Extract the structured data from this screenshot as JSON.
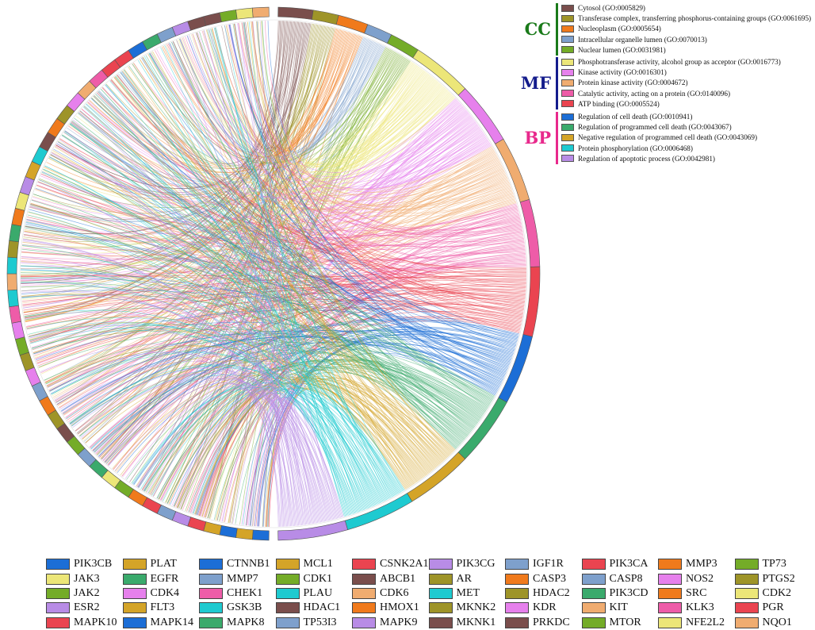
{
  "colors": {
    "cytosol": "#7a4e4c",
    "transferase": "#9e9428",
    "nucleoplasm": "#f07a1c",
    "organelle_lumen": "#7ea0cc",
    "nuclear_lumen": "#74ac28",
    "phosphotransferase": "#ece678",
    "kinase": "#e680ec",
    "protein_kinase": "#f0ac70",
    "catalytic": "#ee5ca8",
    "atp_binding": "#ea4450",
    "cell_death": "#1c6ed6",
    "prog_cell_death": "#3aaa6c",
    "neg_reg": "#d4a428",
    "phosphorylation": "#1ecad0",
    "apoptotic": "#b88ce6",
    "group_cc": "#1a7a1a",
    "group_mf": "#141c8c",
    "group_bp": "#e8298c"
  },
  "go_legend": [
    {
      "group": "CC",
      "group_color": "#1a7a1a",
      "items": [
        {
          "label": "Cytosol (GO:0005829)",
          "color": "#7a4e4c",
          "count": 30
        },
        {
          "label": "Transferase complex, transferring phosphorus-containing groups (GO:0061695)",
          "color": "#9e9428",
          "count": 22
        },
        {
          "label": "Nucleoplasm (GO:0005654)",
          "color": "#f07a1c",
          "count": 26
        },
        {
          "label": "Intracellular organelle lumen (GO:0070013)",
          "color": "#7ea0cc",
          "count": 22
        },
        {
          "label": "Nuclear lumen (GO:0031981)",
          "color": "#74ac28",
          "count": 26
        }
      ]
    },
    {
      "group": "MF",
      "group_color": "#141c8c",
      "items": [
        {
          "label": "Phosphotransferase activity, alcohol group as acceptor (GO:0016773)",
          "color": "#ece678",
          "count": 52
        },
        {
          "label": "Kinase activity (GO:0016301)",
          "color": "#e680ec",
          "count": 54
        },
        {
          "label": "Protein kinase activity (GO:0004672)",
          "color": "#f0ac70",
          "count": 56
        },
        {
          "label": "Catalytic activity, acting on a protein (GO:0140096)",
          "color": "#ee5ca8",
          "count": 58
        },
        {
          "label": "ATP binding (GO:0005524)",
          "color": "#ea4450",
          "count": 60
        }
      ]
    },
    {
      "group": "BP",
      "group_color": "#e8298c",
      "items": [
        {
          "label": "Regulation of cell death (GO:0010941)",
          "color": "#1c6ed6",
          "count": 60
        },
        {
          "label": "Regulation of programmed cell death (GO:0043067)",
          "color": "#3aaa6c",
          "count": 60
        },
        {
          "label": "Negative regulation of programmed cell death (GO:0043069)",
          "color": "#d4a428",
          "count": 58
        },
        {
          "label": "Protein phosphorylation (GO:0006468)",
          "color": "#1ecad0",
          "count": 60
        },
        {
          "label": "Regulation of apoptotic process (GO:0042981)",
          "color": "#b88ce6",
          "count": 60
        }
      ]
    }
  ],
  "genes": [
    {
      "name": "PIK3CB",
      "color": "#1c6ed6"
    },
    {
      "name": "PLAT",
      "color": "#d4a428"
    },
    {
      "name": "CTNNB1",
      "color": "#1c6ed6"
    },
    {
      "name": "MCL1",
      "color": "#d4a428"
    },
    {
      "name": "CSNK2A1",
      "color": "#ea4450"
    },
    {
      "name": "PIK3CG",
      "color": "#b88ce6"
    },
    {
      "name": "IGF1R",
      "color": "#7ea0cc"
    },
    {
      "name": "PIK3CA",
      "color": "#ea4450"
    },
    {
      "name": "MMP3",
      "color": "#f07a1c"
    },
    {
      "name": "TP73",
      "color": "#74ac28"
    },
    {
      "name": "JAK3",
      "color": "#ece678"
    },
    {
      "name": "EGFR",
      "color": "#3aaa6c"
    },
    {
      "name": "MMP7",
      "color": "#7ea0cc"
    },
    {
      "name": "CDK1",
      "color": "#74ac28"
    },
    {
      "name": "ABCB1",
      "color": "#7a4e4c"
    },
    {
      "name": "AR",
      "color": "#9e9428"
    },
    {
      "name": "CASP3",
      "color": "#f07a1c"
    },
    {
      "name": "CASP8",
      "color": "#7ea0cc"
    },
    {
      "name": "NOS2",
      "color": "#e680ec"
    },
    {
      "name": "PTGS2",
      "color": "#9e9428"
    },
    {
      "name": "JAK2",
      "color": "#74ac28"
    },
    {
      "name": "CDK4",
      "color": "#e680ec"
    },
    {
      "name": "CHEK1",
      "color": "#ee5ca8"
    },
    {
      "name": "PLAU",
      "color": "#1ecad0"
    },
    {
      "name": "CDK6",
      "color": "#f0ac70"
    },
    {
      "name": "MET",
      "color": "#1ecad0"
    },
    {
      "name": "HDAC2",
      "color": "#9e9428"
    },
    {
      "name": "PIK3CD",
      "color": "#3aaa6c"
    },
    {
      "name": "SRC",
      "color": "#f07a1c"
    },
    {
      "name": "CDK2",
      "color": "#ece678"
    },
    {
      "name": "ESR2",
      "color": "#b88ce6"
    },
    {
      "name": "FLT3",
      "color": "#d4a428"
    },
    {
      "name": "GSK3B",
      "color": "#1ecad0"
    },
    {
      "name": "HDAC1",
      "color": "#7a4e4c"
    },
    {
      "name": "HMOX1",
      "color": "#f07a1c"
    },
    {
      "name": "MKNK2",
      "color": "#9e9428"
    },
    {
      "name": "KDR",
      "color": "#e680ec"
    },
    {
      "name": "KIT",
      "color": "#f0ac70"
    },
    {
      "name": "KLK3",
      "color": "#ee5ca8"
    },
    {
      "name": "PGR",
      "color": "#ea4450"
    },
    {
      "name": "MAPK10",
      "color": "#ea4450"
    },
    {
      "name": "MAPK14",
      "color": "#1c6ed6"
    },
    {
      "name": "MAPK8",
      "color": "#3aaa6c"
    },
    {
      "name": "TP53I3",
      "color": "#7ea0cc"
    },
    {
      "name": "MAPK9",
      "color": "#b88ce6"
    },
    {
      "name": "MKNK1",
      "color": "#7a4e4c"
    },
    {
      "name": "PRKDC",
      "color": "#7a4e4c"
    },
    {
      "name": "MTOR",
      "color": "#74ac28"
    },
    {
      "name": "NFE2L2",
      "color": "#ece678"
    },
    {
      "name": "NQO1",
      "color": "#f0ac70"
    }
  ]
}
